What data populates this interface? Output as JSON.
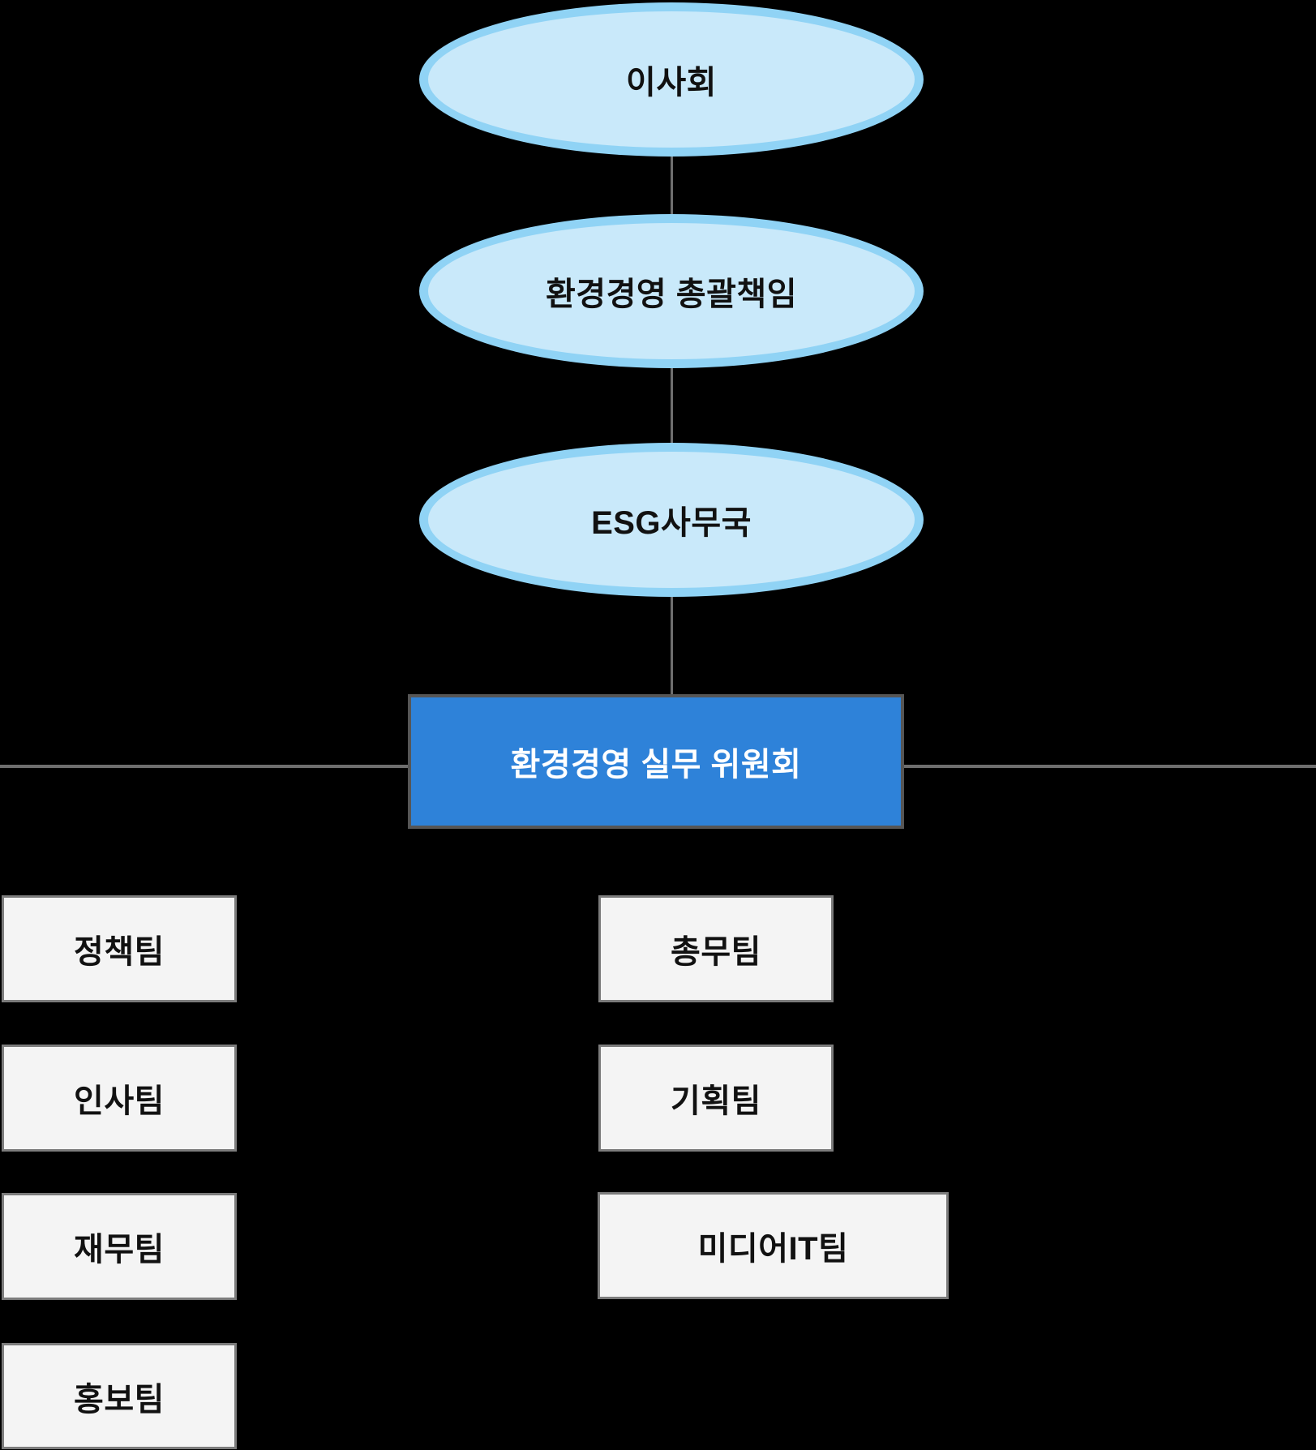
{
  "diagram": {
    "type": "org-chart",
    "nodes": {
      "board": {
        "label": "이사회"
      },
      "chief": {
        "label": "환경경영 총괄책임"
      },
      "esg_office": {
        "label": "ESG사무국"
      },
      "committee": {
        "label": "환경경영 실무 위원회"
      }
    },
    "teams": {
      "left": [
        "정책팀",
        "인사팀",
        "재무팀",
        "홍보팀"
      ],
      "right": [
        "총무팀",
        "기획팀",
        "미디어IT팀"
      ]
    },
    "edges": [
      [
        "board",
        "chief"
      ],
      [
        "chief",
        "esg_office"
      ],
      [
        "esg_office",
        "committee"
      ]
    ],
    "colors": {
      "background": "#000000",
      "ellipse_fill": "#c9e9fa",
      "ellipse_border": "#90d3f5",
      "committee_fill": "#2e82d9",
      "committee_border": "#565656",
      "committee_text": "#ffffff",
      "team_fill": "#f4f4f4",
      "team_border": "#7c7c7c",
      "connector": "#6e6e6e",
      "node_text": "#111111"
    }
  }
}
